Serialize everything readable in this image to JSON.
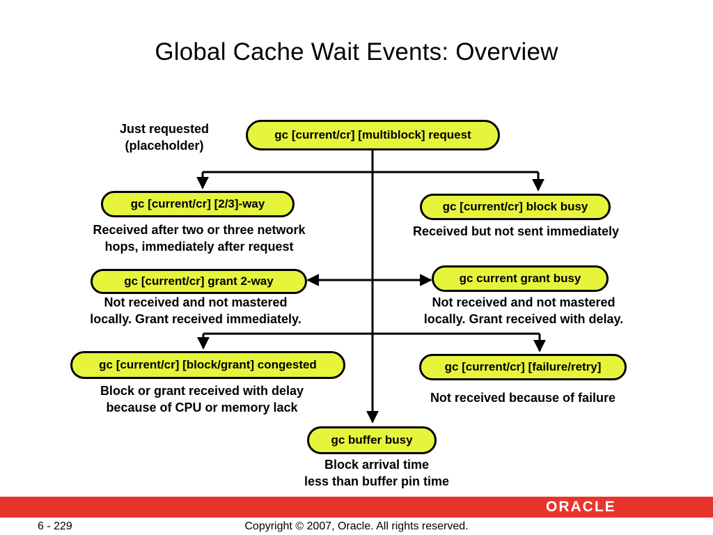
{
  "title": "Global Cache Wait Events: Overview",
  "nodes": {
    "multiblock_request": "gc [current/cr] [multiblock] request",
    "two_three_way": "gc [current/cr] [2/3]-way",
    "block_busy": "gc [current/cr] block busy",
    "grant_2way": "gc [current/cr] grant 2-way",
    "current_grant_busy": "gc current grant busy",
    "congested": "gc [current/cr] [block/grant] congested",
    "failure_retry": "gc [current/cr] [failure/retry]",
    "buffer_busy": "gc buffer busy"
  },
  "descriptions": {
    "just_requested": [
      "Just requested",
      "(placeholder)"
    ],
    "two_three_way": [
      "Received after two or three network",
      "hops, immediately after request"
    ],
    "block_busy": [
      "Received but not sent immediately"
    ],
    "grant_2way": [
      "Not received and not mastered",
      "locally. Grant received immediately."
    ],
    "current_grant_busy": [
      "Not received and not mastered",
      "locally. Grant received with delay."
    ],
    "congested": [
      "Block or grant received with delay",
      "because of CPU or memory lack"
    ],
    "failure_retry": [
      "Not received because of failure"
    ],
    "buffer_busy": [
      "Block arrival time",
      "less than buffer pin time"
    ]
  },
  "footer": {
    "page_number": "6 - 229",
    "copyright": "Copyright © 2007, Oracle. All rights reserved.",
    "logo": "ORACLE"
  },
  "colors": {
    "node_fill": "#e6f43c",
    "footer_bar": "#e8352b"
  }
}
